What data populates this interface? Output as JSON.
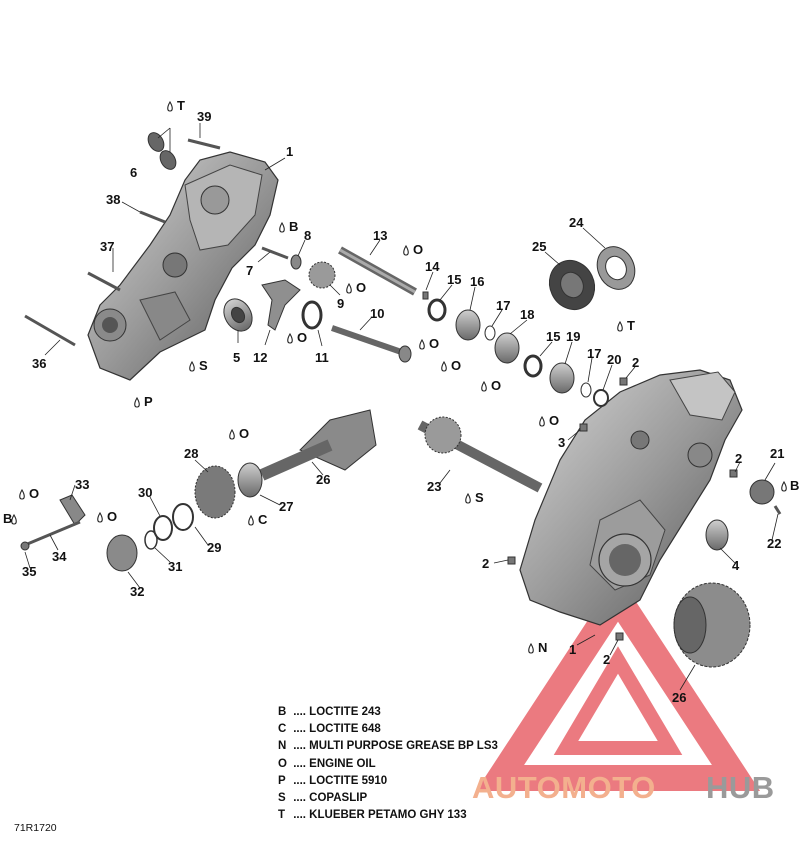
{
  "diagram": {
    "reference": "71R1720",
    "callouts": [
      {
        "id": "c39",
        "label": "39"
      },
      {
        "id": "c1a",
        "label": "1"
      },
      {
        "id": "c6",
        "label": "6"
      },
      {
        "id": "c38",
        "label": "38"
      },
      {
        "id": "c37",
        "label": "37"
      },
      {
        "id": "c36",
        "label": "36"
      },
      {
        "id": "c8",
        "label": "8"
      },
      {
        "id": "c7",
        "label": "7"
      },
      {
        "id": "c13",
        "label": "13"
      },
      {
        "id": "c14",
        "label": "14"
      },
      {
        "id": "c9",
        "label": "9"
      },
      {
        "id": "c5",
        "label": "5"
      },
      {
        "id": "c12",
        "label": "12"
      },
      {
        "id": "c11",
        "label": "11"
      },
      {
        "id": "c10",
        "label": "10"
      },
      {
        "id": "c15a",
        "label": "15"
      },
      {
        "id": "c16",
        "label": "16"
      },
      {
        "id": "c17a",
        "label": "17"
      },
      {
        "id": "c18",
        "label": "18"
      },
      {
        "id": "c15b",
        "label": "15"
      },
      {
        "id": "c19",
        "label": "19"
      },
      {
        "id": "c17b",
        "label": "17"
      },
      {
        "id": "c20",
        "label": "20"
      },
      {
        "id": "c2a",
        "label": "2"
      },
      {
        "id": "c3",
        "label": "3"
      },
      {
        "id": "c24",
        "label": "24"
      },
      {
        "id": "c25",
        "label": "25"
      },
      {
        "id": "c2b",
        "label": "2"
      },
      {
        "id": "c21",
        "label": "21"
      },
      {
        "id": "c22",
        "label": "22"
      },
      {
        "id": "c4",
        "label": "4"
      },
      {
        "id": "c2c",
        "label": "2"
      },
      {
        "id": "c1b",
        "label": "1"
      },
      {
        "id": "c2d",
        "label": "2"
      },
      {
        "id": "c26a",
        "label": "26"
      },
      {
        "id": "c26b",
        "label": "26"
      },
      {
        "id": "c23",
        "label": "23"
      },
      {
        "id": "c28",
        "label": "28"
      },
      {
        "id": "c27",
        "label": "27"
      },
      {
        "id": "c30",
        "label": "30"
      },
      {
        "id": "c29",
        "label": "29"
      },
      {
        "id": "c31",
        "label": "31"
      },
      {
        "id": "c32",
        "label": "32"
      },
      {
        "id": "c33",
        "label": "33"
      },
      {
        "id": "c34",
        "label": "34"
      },
      {
        "id": "c35",
        "label": "35"
      }
    ],
    "drop_markers": [
      {
        "id": "m1",
        "letter": "T"
      },
      {
        "id": "m2",
        "letter": "B"
      },
      {
        "id": "m3",
        "letter": "O"
      },
      {
        "id": "m4",
        "letter": "O"
      },
      {
        "id": "m5",
        "letter": "O"
      },
      {
        "id": "m6",
        "letter": "O"
      },
      {
        "id": "m7",
        "letter": "S"
      },
      {
        "id": "m8",
        "letter": "P"
      },
      {
        "id": "m9",
        "letter": "O"
      },
      {
        "id": "m10",
        "letter": "O"
      },
      {
        "id": "m11",
        "letter": "O"
      },
      {
        "id": "m12",
        "letter": "T"
      },
      {
        "id": "m13",
        "letter": "O"
      },
      {
        "id": "m14",
        "letter": "S"
      },
      {
        "id": "m15",
        "letter": "C"
      },
      {
        "id": "m16",
        "letter": "O"
      },
      {
        "id": "m17",
        "letter": "O"
      },
      {
        "id": "m18",
        "letter": "B"
      },
      {
        "id": "m19",
        "letter": "B"
      },
      {
        "id": "m20",
        "letter": "N"
      }
    ]
  },
  "legend": [
    {
      "code": "B",
      "text": ".... LOCTITE 243"
    },
    {
      "code": "C",
      "text": ".... LOCTITE 648"
    },
    {
      "code": "N",
      "text": ".... MULTI PURPOSE GREASE BP LS3"
    },
    {
      "code": "O",
      "text": ".... ENGINE OIL"
    },
    {
      "code": "P",
      "text": ".... LOCTITE 5910"
    },
    {
      "code": "S",
      "text": ".... COPASLIP"
    },
    {
      "code": "T",
      "text": ".... KLUEBER PETAMO GHY 133"
    }
  ],
  "watermark": {
    "part1": "AUTOMOTO",
    "part2": "HUB",
    "color1": "#f3b08e",
    "color2": "#9a9a9a",
    "triangle_color": "#e8636a"
  }
}
